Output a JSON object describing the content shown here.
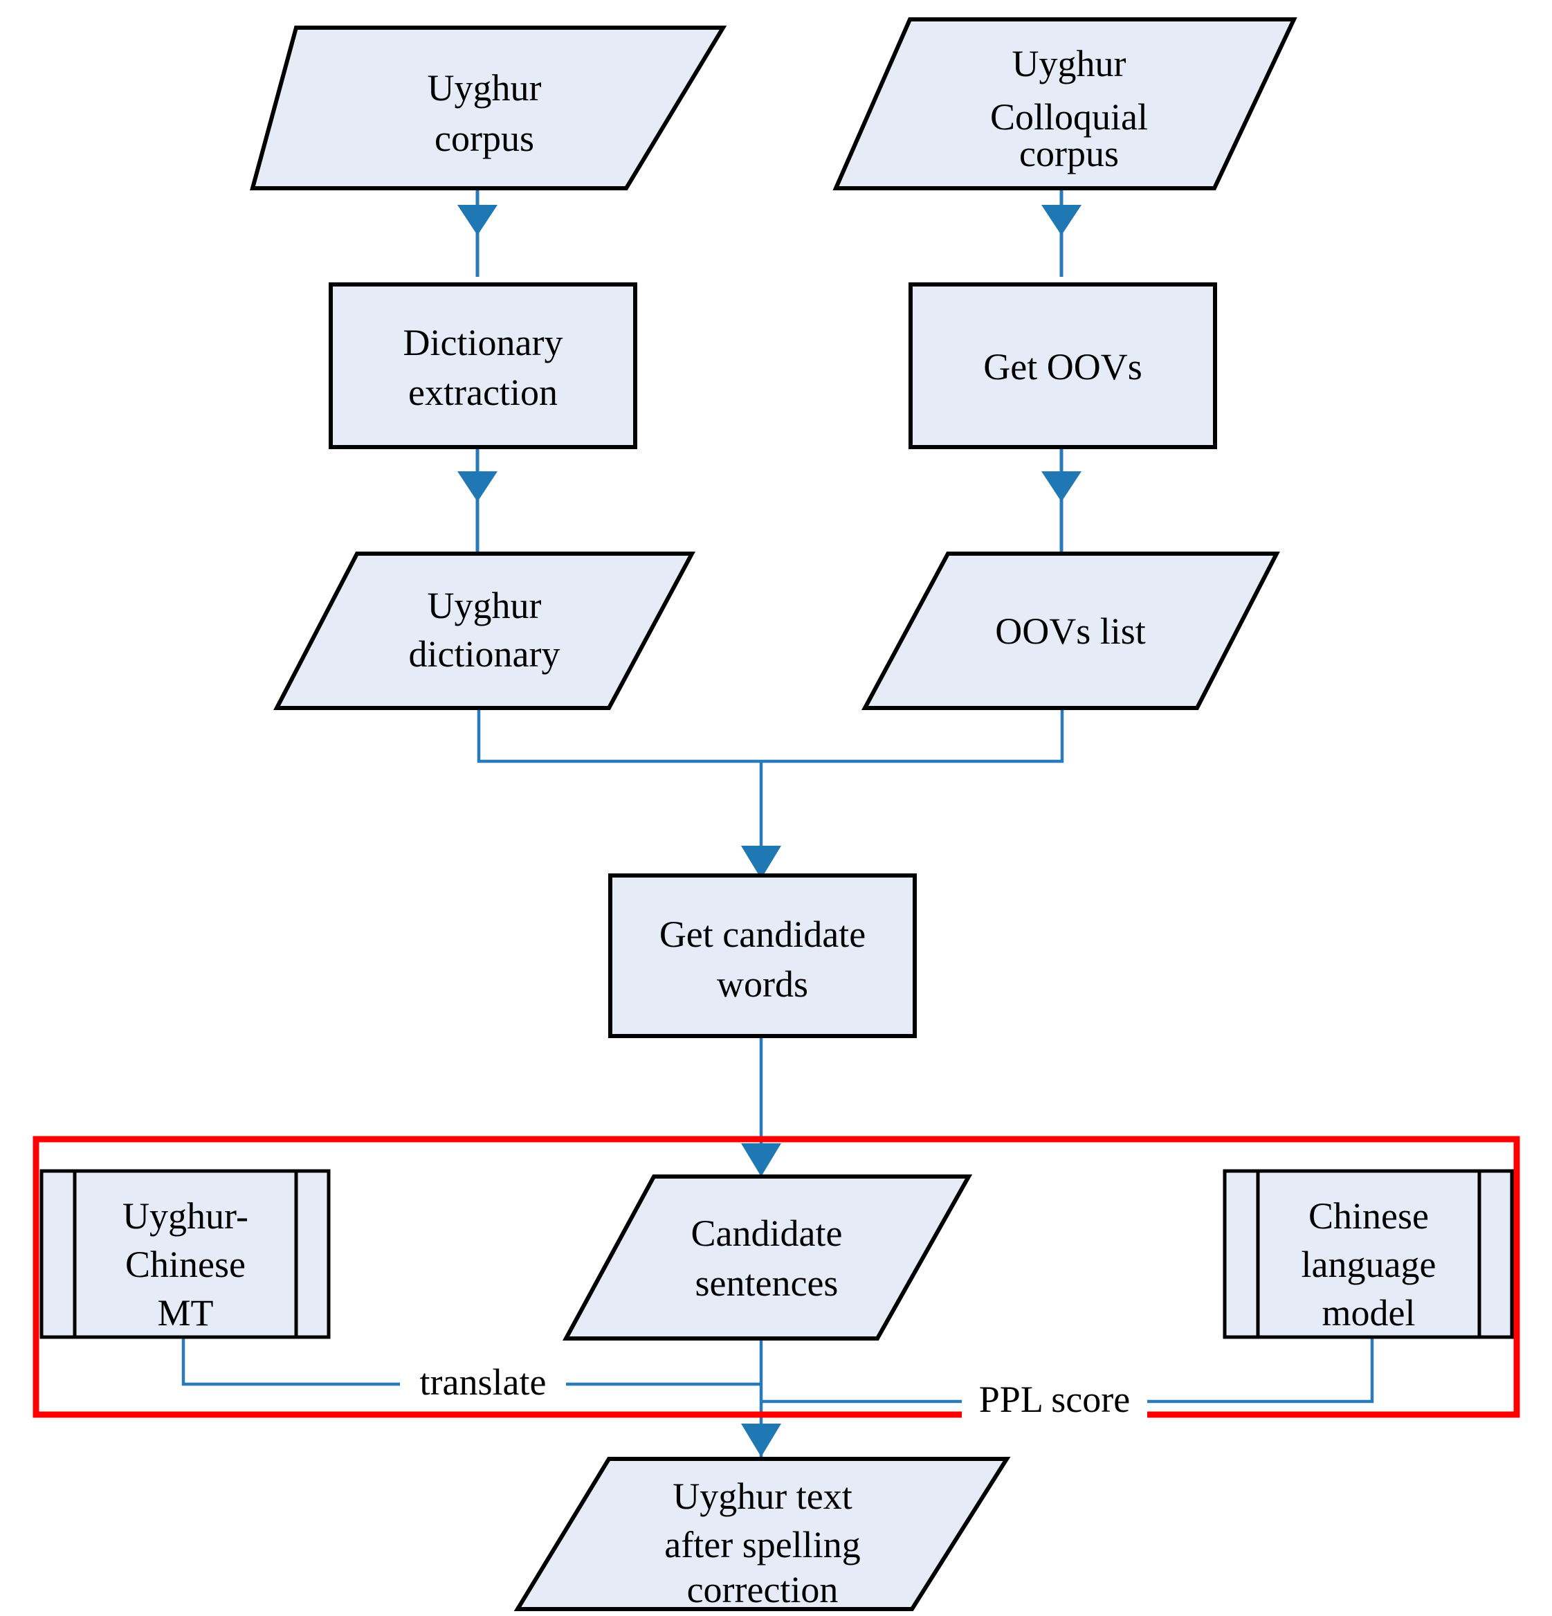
{
  "diagram": {
    "title": "Uyghur spelling correction pipeline flowchart",
    "type": "flowchart",
    "colors": {
      "node_fill": "#e6ecf7",
      "node_stroke": "#000000",
      "connector": "#2a7ab9",
      "arrow": "#1f77b4",
      "group_box": "#ff0000",
      "background": "#ffffff"
    },
    "nodes": [
      {
        "id": "uyghur-corpus",
        "shape": "parallelogram",
        "role": "data",
        "lines": [
          "Uyghur",
          "corpus"
        ]
      },
      {
        "id": "uyghur-colloquial-corpus",
        "shape": "parallelogram",
        "role": "data",
        "lines": [
          "Uyghur",
          "Colloquial",
          "corpus"
        ]
      },
      {
        "id": "dictionary-extraction",
        "shape": "rectangle",
        "role": "process",
        "lines": [
          "Dictionary",
          "extraction"
        ]
      },
      {
        "id": "get-oovs",
        "shape": "rectangle",
        "role": "process",
        "lines": [
          "Get OOVs"
        ]
      },
      {
        "id": "uyghur-dictionary",
        "shape": "parallelogram",
        "role": "data",
        "lines": [
          "Uyghur",
          "dictionary"
        ]
      },
      {
        "id": "oovs-list",
        "shape": "parallelogram",
        "role": "data",
        "lines": [
          "OOVs list"
        ]
      },
      {
        "id": "get-candidate-words",
        "shape": "rectangle",
        "role": "process",
        "lines": [
          "Get candidate",
          "words"
        ]
      },
      {
        "id": "uyghur-chinese-mt",
        "shape": "predefined-process",
        "role": "subroutine",
        "lines": [
          "Uyghur-",
          "Chinese",
          "MT"
        ]
      },
      {
        "id": "candidate-sentences",
        "shape": "parallelogram",
        "role": "data",
        "lines": [
          "Candidate",
          "sentences"
        ]
      },
      {
        "id": "chinese-language-model",
        "shape": "predefined-process",
        "role": "subroutine",
        "lines": [
          "Chinese",
          "language",
          "model"
        ]
      },
      {
        "id": "uyghur-text-after-spelling-correction",
        "shape": "parallelogram",
        "role": "data",
        "lines": [
          "Uyghur text",
          "after spelling",
          "correction"
        ]
      }
    ],
    "edge_labels": [
      {
        "id": "translate",
        "text": "translate"
      },
      {
        "id": "ppl-score",
        "text": "PPL score"
      }
    ],
    "edges": [
      {
        "from": "uyghur-corpus",
        "to": "dictionary-extraction",
        "label": ""
      },
      {
        "from": "uyghur-colloquial-corpus",
        "to": "get-oovs",
        "label": ""
      },
      {
        "from": "dictionary-extraction",
        "to": "uyghur-dictionary",
        "label": ""
      },
      {
        "from": "get-oovs",
        "to": "oovs-list",
        "label": ""
      },
      {
        "from": "uyghur-dictionary",
        "to": "get-candidate-words",
        "label": ""
      },
      {
        "from": "oovs-list",
        "to": "get-candidate-words",
        "label": ""
      },
      {
        "from": "get-candidate-words",
        "to": "candidate-sentences",
        "label": ""
      },
      {
        "from": "uyghur-chinese-mt",
        "to": "candidate-sentences",
        "label": "translate"
      },
      {
        "from": "chinese-language-model",
        "to": "candidate-sentences",
        "label": "PPL score"
      },
      {
        "from": "candidate-sentences",
        "to": "uyghur-text-after-spelling-correction",
        "label": ""
      }
    ]
  }
}
